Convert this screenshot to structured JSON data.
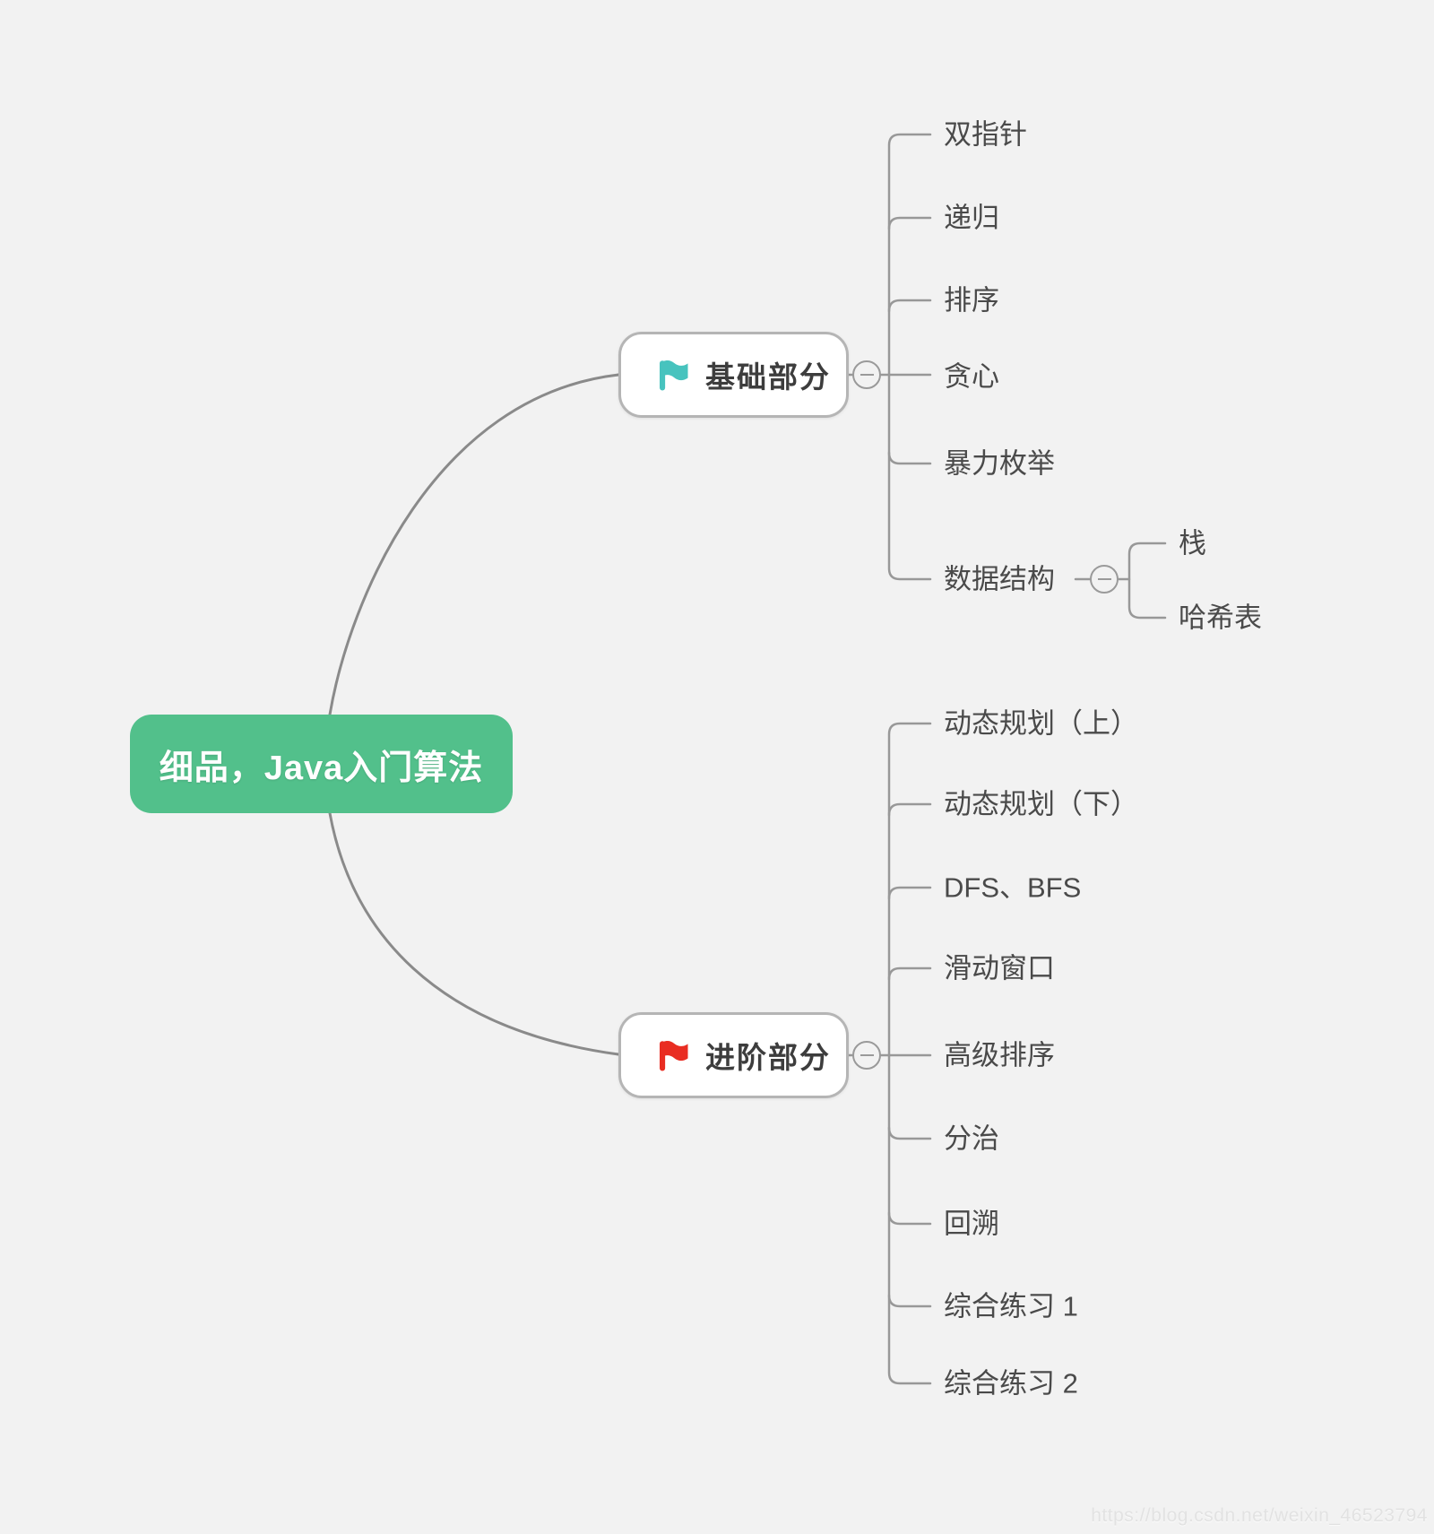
{
  "canvas": {
    "background": "#f2f2f2",
    "line_color": "#8f8f8f",
    "watermark": "https://blog.csdn.net/weixin_46523794"
  },
  "root": {
    "label": "细品，Java入门算法",
    "bg_color": "#52c08b",
    "text_color": "#ffffff"
  },
  "branches": [
    {
      "label": "基础部分",
      "flag_icon": "flag-marker",
      "flag_color": "#47c3be",
      "children": [
        {
          "label": "双指针"
        },
        {
          "label": "递归"
        },
        {
          "label": "排序"
        },
        {
          "label": "贪心"
        },
        {
          "label": "暴力枚举"
        },
        {
          "label": "数据结构",
          "children": [
            {
              "label": "栈"
            },
            {
              "label": "哈希表"
            }
          ]
        }
      ]
    },
    {
      "label": "进阶部分",
      "flag_icon": "flag-marker",
      "flag_color": "#e92d22",
      "children": [
        {
          "label": "动态规划（上）"
        },
        {
          "label": "动态规划（下）"
        },
        {
          "label": "DFS、BFS"
        },
        {
          "label": "滑动窗口"
        },
        {
          "label": "高级排序"
        },
        {
          "label": "分治"
        },
        {
          "label": "回溯"
        },
        {
          "label": "综合练习 1"
        },
        {
          "label": "综合练习 2"
        }
      ]
    }
  ]
}
